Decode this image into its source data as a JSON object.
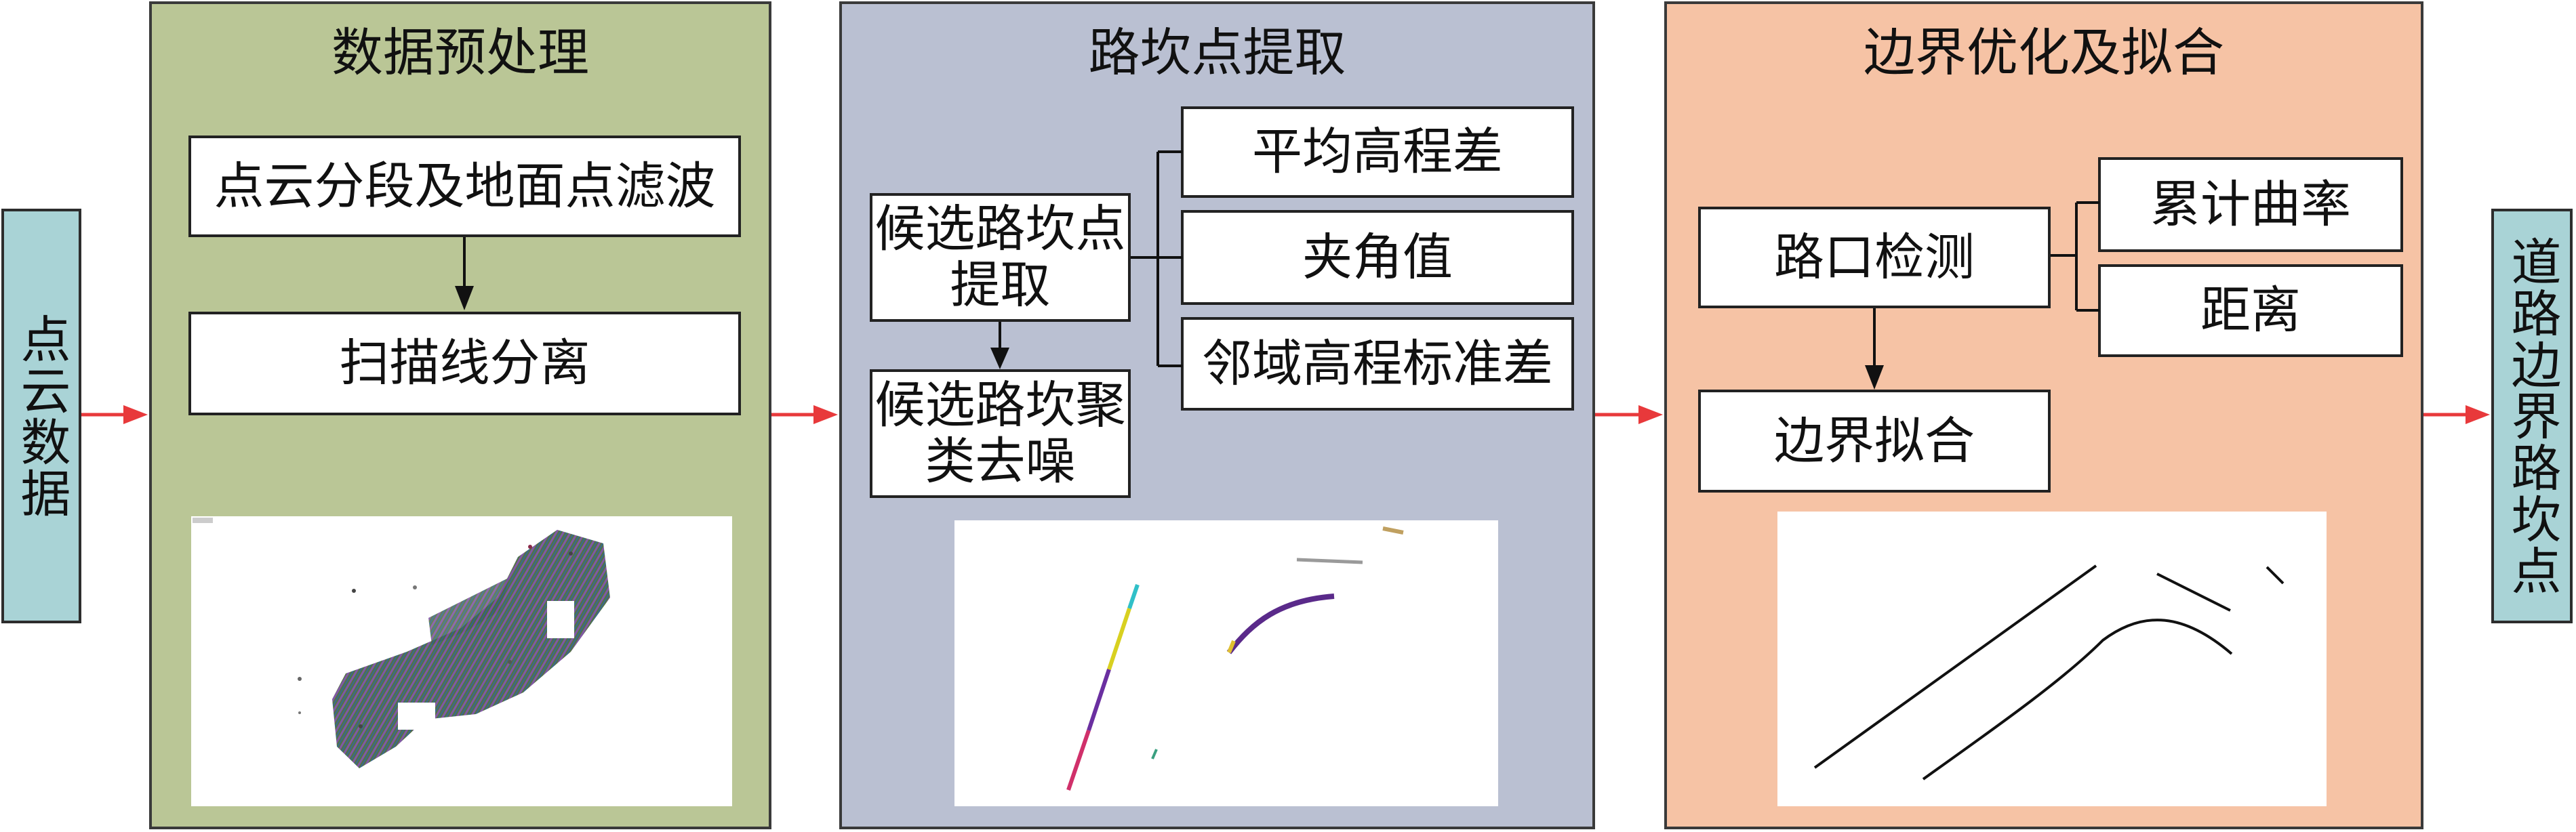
{
  "input": {
    "label": "点云数据"
  },
  "output": {
    "label": "道路边界路坎点"
  },
  "stage1": {
    "title": "数据预处理",
    "box_filter": "点云分段及地面点滤波",
    "box_scanline": "扫描线分离"
  },
  "stage2": {
    "title": "路坎点提取",
    "box_candidate": "候选路坎点提取",
    "box_cluster": "候选路坎聚类去噪",
    "feature_elev_diff": "平均高程差",
    "feature_angle": "夹角值",
    "feature_std": "邻域高程标准差"
  },
  "stage3": {
    "title": "边界优化及拟合",
    "box_intersection": "路口检测",
    "box_fit": "边界拟合",
    "feature_curvature": "累计曲率",
    "feature_distance": "距离"
  },
  "colors": {
    "stage1_bg": "#bac696",
    "stage2_bg": "#bac0d2",
    "stage3_bg": "#f6c3a5",
    "io_bg": "#a9d3d6",
    "flow_arrow": "#e8393b"
  }
}
